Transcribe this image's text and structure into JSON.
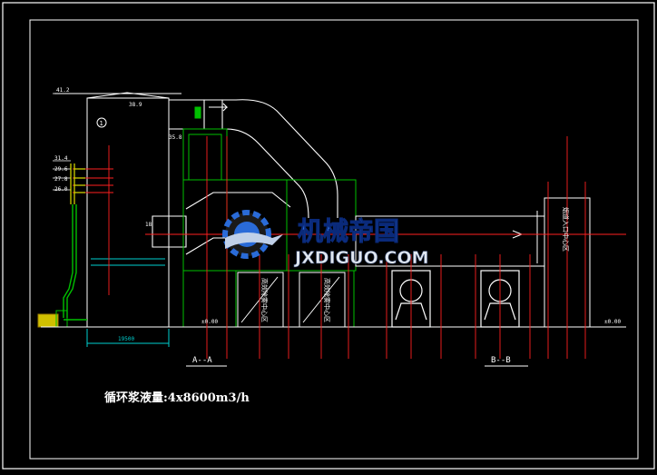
{
  "drawing": {
    "elevation_labels": [
      "41.2",
      "38.9",
      "35.8",
      "31.4",
      "29.6",
      "27.8",
      "26.0",
      "±0.00",
      "±0.00"
    ],
    "number_labels": [
      "18",
      "19500"
    ],
    "circle_label": "1",
    "section_labels": [
      "A--A",
      "B--B"
    ],
    "note": "循环浆液量:4x8600m3/h",
    "vertical_notes": [
      "高效除雾中心区",
      "高效除雾中心区",
      "烟道入口中心区"
    ],
    "watermark": {
      "title": "机械帝国",
      "subtitle": "JXDIGUO.COM"
    },
    "colors": {
      "frame": "#ffffff",
      "structure": "#00c000",
      "centerline": "#ff2020",
      "duct": "#ffffff",
      "dimension": "#00d0d0",
      "watermark_blue": "#2a6bd8"
    }
  }
}
